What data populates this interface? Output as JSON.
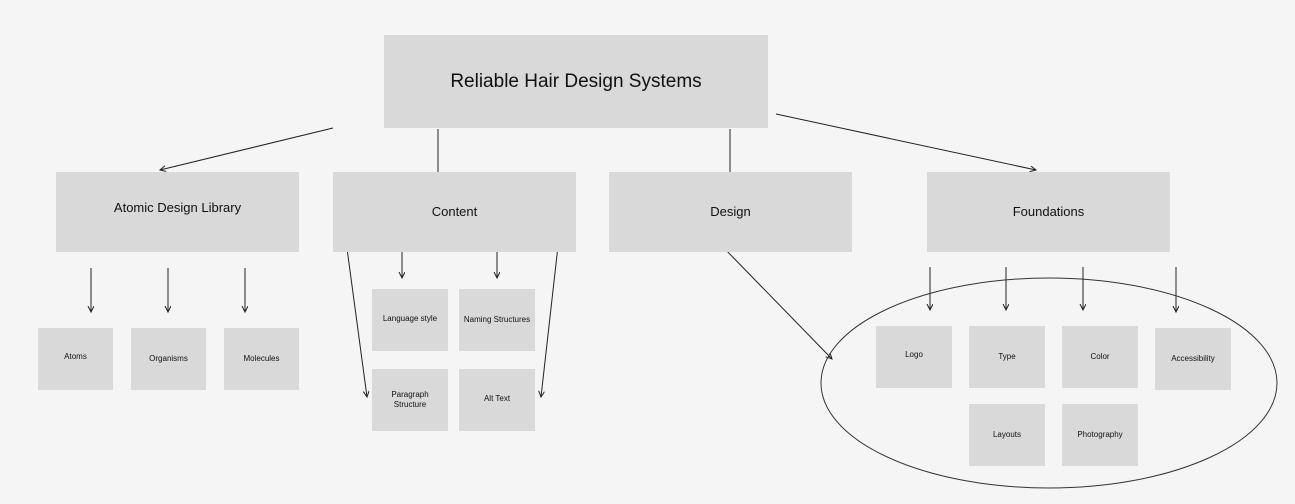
{
  "root": "Reliable Hair Design Systems",
  "categories": {
    "atomic": "Atomic Design Library",
    "content": "Content",
    "design": "Design",
    "foundations": "Foundations"
  },
  "atomic_items": {
    "atoms": "Atoms",
    "organisms": "Organisms",
    "molecules": "Molecules"
  },
  "content_items": {
    "language_style": "Language style",
    "naming_structures": "Naming Structures",
    "paragraph_structure": "Paragraph Structure",
    "alt_text": "Alt Text"
  },
  "foundation_items": {
    "logo": "Logo",
    "type": "Type",
    "color": "Color",
    "accessibility": "Accessibility",
    "layouts": "Layouts",
    "photography": "Photography"
  },
  "colors": {
    "background": "#f5f5f5",
    "box": "#d9d9d9",
    "line": "#222222"
  }
}
